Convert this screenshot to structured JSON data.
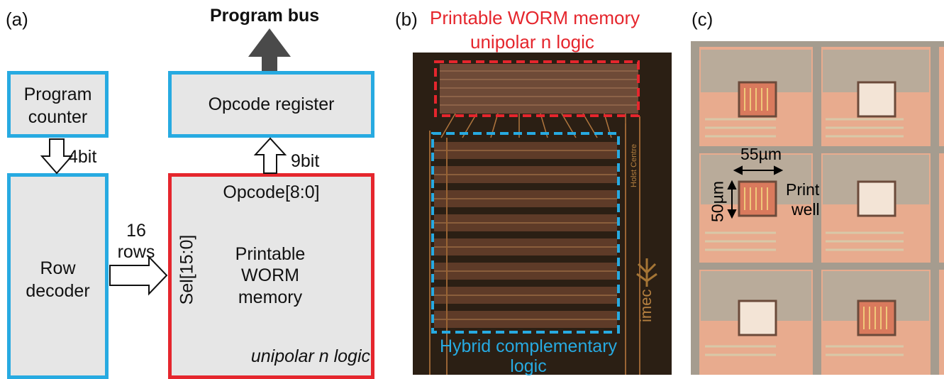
{
  "panel_a": {
    "label": "(a)",
    "program_bus": "Program bus",
    "program_counter": [
      "Program",
      "counter"
    ],
    "opcode_register": "Opcode register",
    "bits_4": "4bit",
    "bits_9": "9bit",
    "row_decoder": [
      "Row",
      "decoder"
    ],
    "rows_16": [
      "16",
      "rows"
    ],
    "opcode_range": "Opcode[8:0]",
    "sel_range": "Sel[15:0]",
    "memory": [
      "Printable",
      "WORM",
      "memory"
    ],
    "unipolar": "unipolar n logic"
  },
  "panel_b": {
    "label": "(b)",
    "worm_title": "Printable WORM memory",
    "worm_sub": "unipolar n logic",
    "hybrid": [
      "Hybrid complementary",
      "logic"
    ],
    "chip_text_holst": "Holst Centre",
    "chip_text_imec": "imec"
  },
  "panel_c": {
    "label": "(c)",
    "dim_w": "55µm",
    "dim_h": "50µm",
    "print_well": [
      "Print",
      "well"
    ]
  },
  "colors": {
    "blue": "#27aae1",
    "red": "#e5262d",
    "box_fill": "#e6e6e6"
  }
}
